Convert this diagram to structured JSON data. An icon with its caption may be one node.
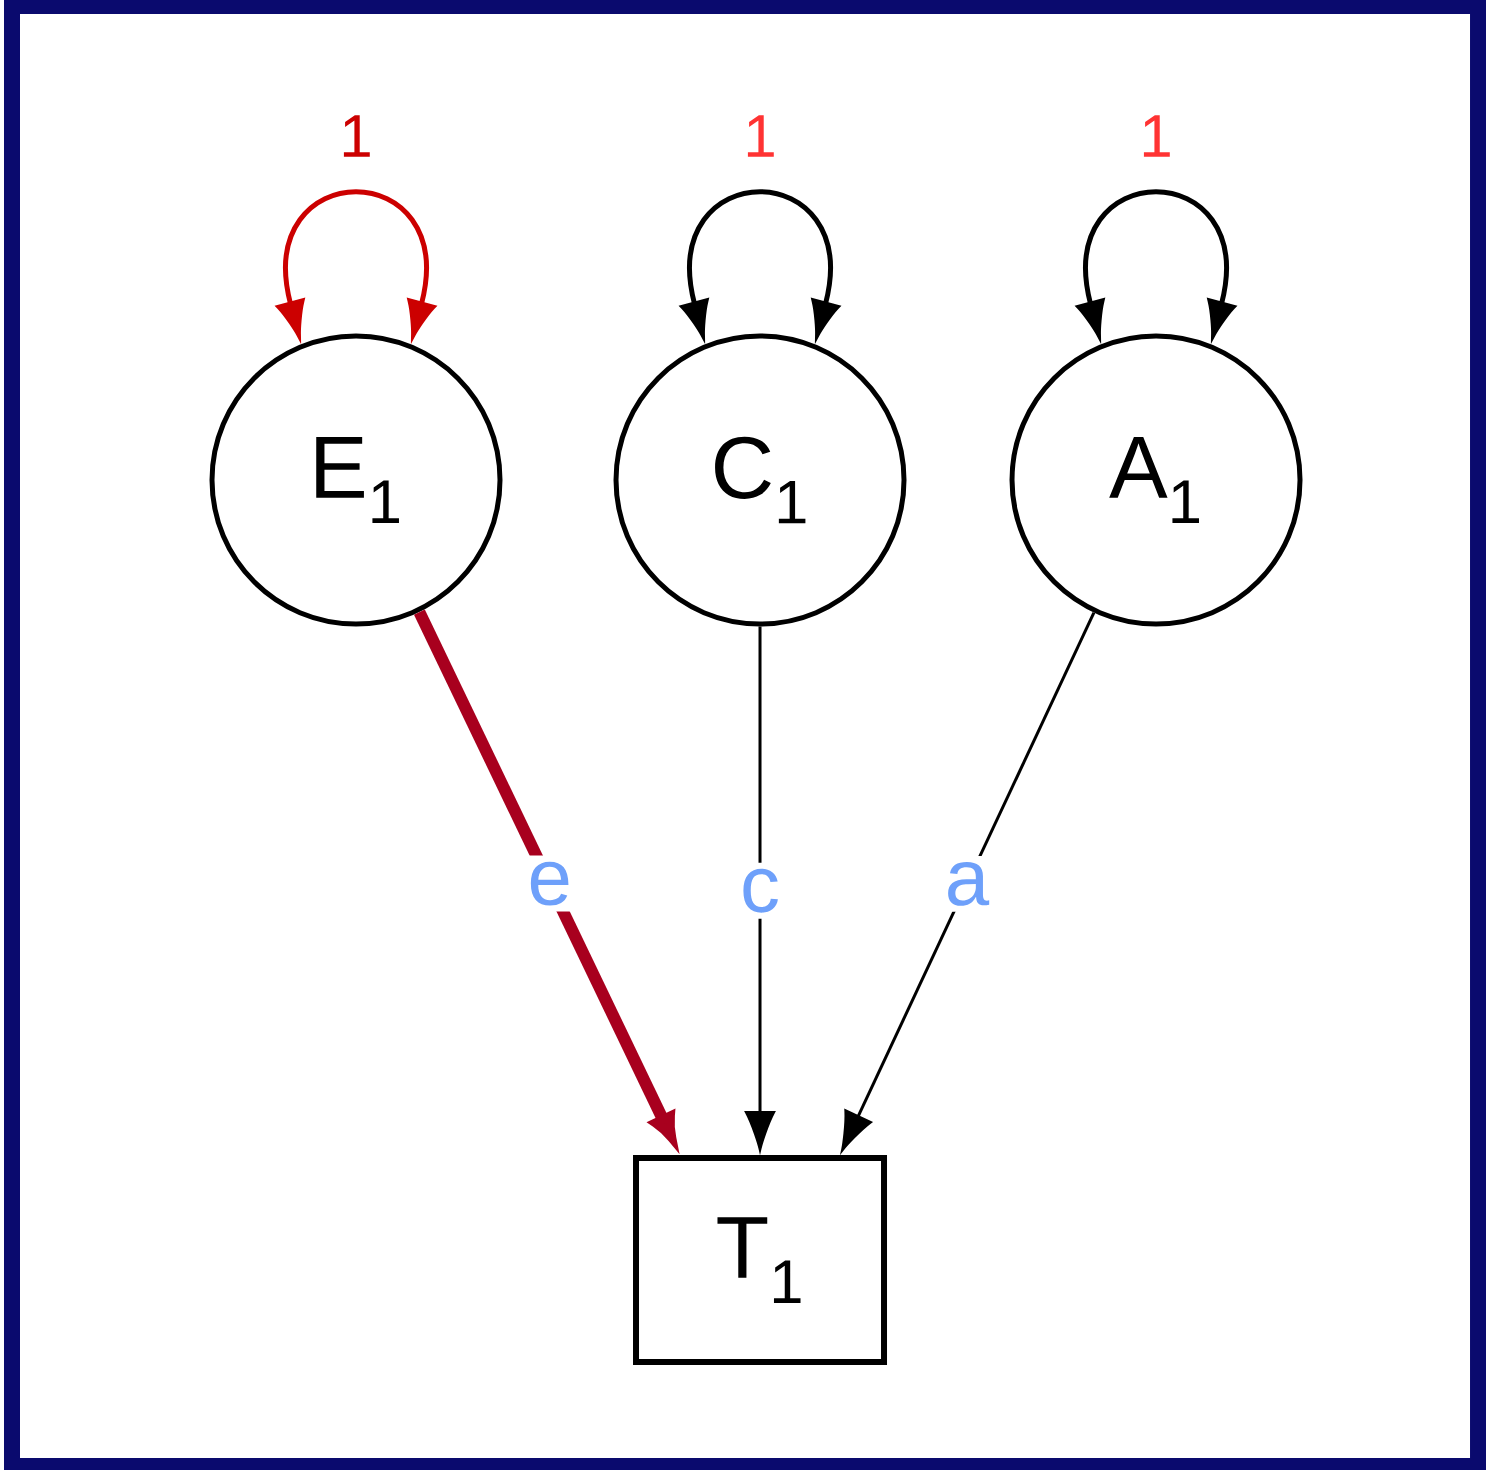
{
  "diagram": {
    "nodes": [
      {
        "text": [
          "E$_{1}$"
        ]
      },
      {
        "text": [
          "C$_{1}$"
        ]
      },
      {
        "text": [
          "A$_{1}$"
        ]
      },
      {
        "text": [
          "T$_{1}$"
        ]
      }
    ],
    "edges": [
      {
        "from": 0,
        "to": 0,
        "arrow": "both",
        "label": "1",
        "color": "#cc0000"
      },
      {
        "from": 1,
        "to": 1,
        "arrow": "both",
        "label": "1"
      },
      {
        "from": 2,
        "to": 2,
        "arrow": "both",
        "label": "1"
      },
      {
        "from": 0,
        "to": 3,
        "arrow": "to",
        "label": "e",
        "style": "thick",
        "color": "#a8001e"
      },
      {
        "from": 1,
        "to": 3,
        "arrow": "to",
        "label": "c"
      },
      {
        "from": 2,
        "to": 3,
        "arrow": "to",
        "label": "a"
      }
    ]
  }
}
